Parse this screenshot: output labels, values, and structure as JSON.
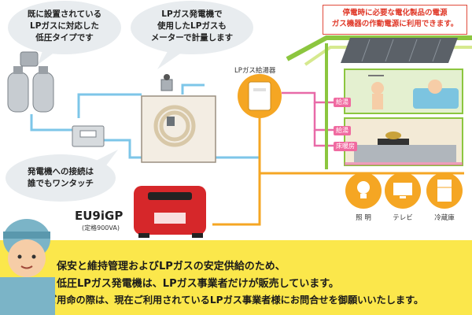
{
  "bubbles": {
    "top_left": [
      "既に設置されている",
      "LPガスに対応した",
      "低圧タイプです"
    ],
    "top_center": [
      "LPガス発電機で",
      "使用したLPガスも",
      "メーターで計量します"
    ],
    "bottom_left": [
      "発電機への接続は",
      "誰でもワンタッチ"
    ]
  },
  "notice": [
    "停電時に必要な電化製品の電源",
    "ガス機器の作動電源に利用できます。"
  ],
  "water_heater_label": "LPガス給湯器",
  "tags": {
    "bath": "給湯",
    "kitchen": "給湯",
    "floor_heating": "床暖房"
  },
  "generator": {
    "model": "EU9iGP",
    "rating": "(定格900VA)"
  },
  "appliances": [
    {
      "label": "照 明",
      "icon": "light-bulb-icon"
    },
    {
      "label": "テレビ",
      "icon": "tv-icon"
    },
    {
      "label": "冷蔵庫",
      "icon": "refrigerator-icon"
    }
  ],
  "banner": {
    "lines": [
      "保安と維持管理およびLPガスの安定供給のため、",
      "低圧LPガス発電機は、LPガス事業者だけが販売しています。",
      "ご用命の際は、現在ご利用されているLPガス事業者様にお問合せを御願いいたします。"
    ]
  },
  "colors": {
    "gas_line": "#7dc6e8",
    "hot_water_line": "#e86aa8",
    "power_line": "#f5a623",
    "house_green": "#8cc63f",
    "banner_yellow": "#fbe74b",
    "notice_red": "#e03a2a"
  }
}
